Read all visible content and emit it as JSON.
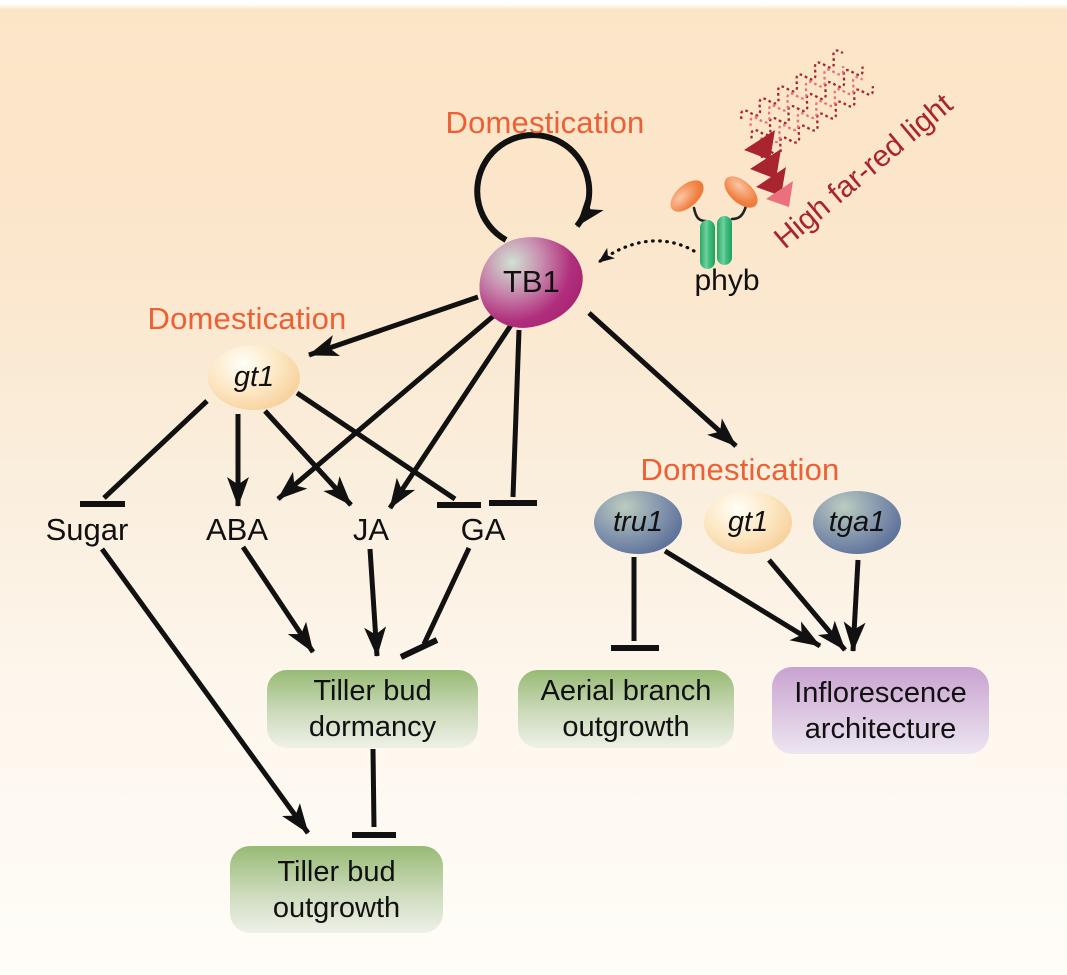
{
  "figure": {
    "labels": {
      "domestication_top": "Domestication",
      "domestication_left": "Domestication",
      "domestication_right": "Domestication",
      "high_far_red_light": "High far-red light"
    },
    "nodes": {
      "tb1": {
        "label": "TB1"
      },
      "phyb": {
        "label": "phyb"
      },
      "gt1_left": {
        "label": "gt1"
      },
      "sugar": {
        "label": "Sugar"
      },
      "aba": {
        "label": "ABA"
      },
      "ja": {
        "label": "JA"
      },
      "ga": {
        "label": "GA"
      },
      "tru1": {
        "label": "tru1"
      },
      "gt1_right": {
        "label": "gt1"
      },
      "tga1": {
        "label": "tga1"
      },
      "tiller_bud_dormancy": {
        "line1": "Tiller bud",
        "line2": "dormancy"
      },
      "aerial_branch_outgrowth": {
        "line1": "Aerial branch",
        "line2": "outgrowth"
      },
      "inflorescence_architecture": {
        "line1": "Inflorescence",
        "line2": "architecture"
      },
      "tiller_bud_outgrowth": {
        "line1": "Tiller bud",
        "line2": "outgrowth"
      }
    },
    "edges": [
      {
        "from": "TB1",
        "to": "TB1",
        "type": "activation",
        "style": "self-loop",
        "annotation": "Domestication"
      },
      {
        "from": "phyb",
        "to": "TB1",
        "type": "activation",
        "style": "dashed"
      },
      {
        "from": "High far-red light",
        "to": "phyb",
        "type": "signal"
      },
      {
        "from": "TB1",
        "to": "gt1",
        "type": "activation",
        "annotation": "Domestication"
      },
      {
        "from": "TB1",
        "to": "ABA",
        "type": "activation"
      },
      {
        "from": "TB1",
        "to": "JA",
        "type": "activation"
      },
      {
        "from": "TB1",
        "to": "GA",
        "type": "inhibition"
      },
      {
        "from": "TB1",
        "to": "tru1 / gt1 / tga1",
        "type": "activation",
        "annotation": "Domestication"
      },
      {
        "from": "gt1",
        "to": "Sugar",
        "type": "inhibition"
      },
      {
        "from": "gt1",
        "to": "ABA",
        "type": "activation"
      },
      {
        "from": "gt1",
        "to": "JA",
        "type": "activation"
      },
      {
        "from": "gt1",
        "to": "GA",
        "type": "inhibition"
      },
      {
        "from": "Sugar",
        "to": "Tiller bud outgrowth",
        "type": "activation"
      },
      {
        "from": "ABA",
        "to": "Tiller bud dormancy",
        "type": "activation"
      },
      {
        "from": "JA",
        "to": "Tiller bud dormancy",
        "type": "activation"
      },
      {
        "from": "GA",
        "to": "Tiller bud dormancy",
        "type": "inhibition"
      },
      {
        "from": "Tiller bud dormancy",
        "to": "Tiller bud outgrowth",
        "type": "inhibition"
      },
      {
        "from": "tru1",
        "to": "Aerial branch outgrowth",
        "type": "inhibition"
      },
      {
        "from": "tru1",
        "to": "Inflorescence architecture",
        "type": "activation"
      },
      {
        "from": "gt1",
        "to": "Inflorescence architecture",
        "type": "activation"
      },
      {
        "from": "tga1",
        "to": "Inflorescence architecture",
        "type": "activation"
      }
    ],
    "colors": {
      "background_top": "#fce5c7",
      "background_bottom": "#fffdf8",
      "domestication_text": "#ee5f33",
      "far_red_text": "#a8242f",
      "far_red_light_pink": "#ec6f7d",
      "tb1_fill": "#b02e7c",
      "gt1_fill": "#f5c183",
      "tru1_tga1_fill": "#5b6f99",
      "phyb_green": "#3cb878",
      "phyb_orange": "#e86a32",
      "green_box_top": "#97ba74",
      "purple_box_top": "#c9a2d1",
      "line_color": "#111111"
    }
  }
}
